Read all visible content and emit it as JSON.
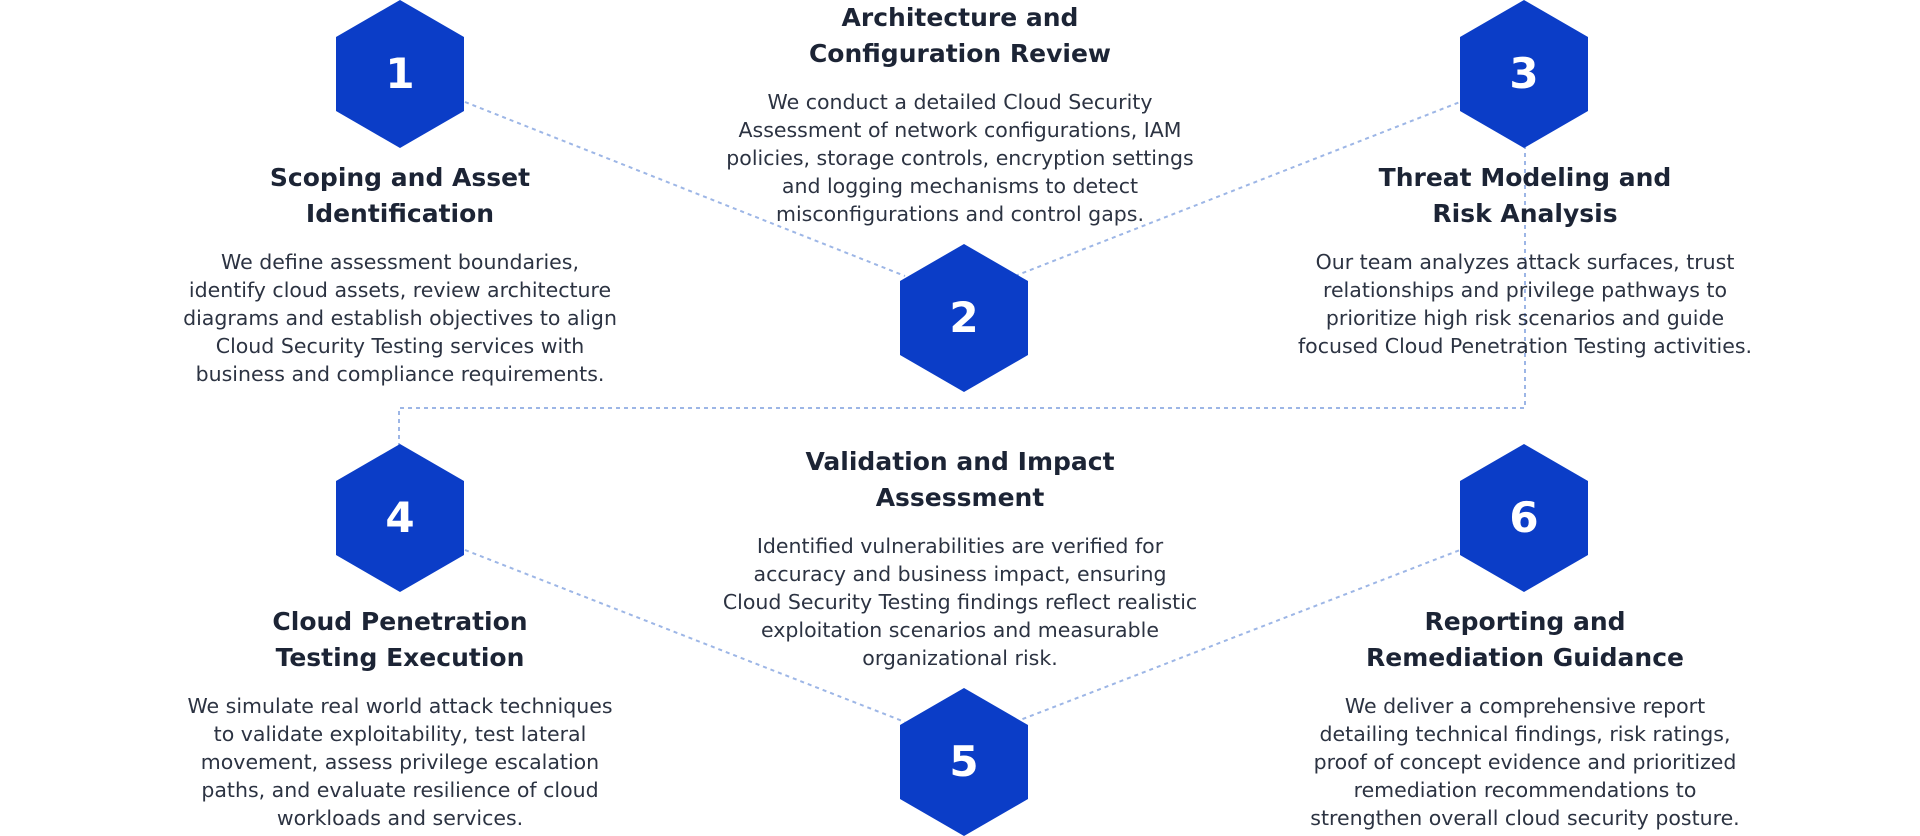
{
  "steps": [
    {
      "number": "1",
      "title_lines": [
        "Scoping and Asset",
        "Identification"
      ],
      "desc_lines": [
        "We define assessment boundaries,",
        "identify cloud assets, review architecture",
        "diagrams and establish objectives to align",
        "Cloud Security Testing services with",
        "business and compliance requirements."
      ]
    },
    {
      "number": "2",
      "title_lines": [
        "Architecture and",
        "Configuration Review"
      ],
      "desc_lines": [
        "We conduct a detailed Cloud Security",
        "Assessment of network configurations, IAM",
        "policies, storage controls, encryption settings",
        "and logging mechanisms to detect",
        "misconfigurations and control gaps."
      ]
    },
    {
      "number": "3",
      "title_lines": [
        "Threat Modeling and",
        "Risk Analysis"
      ],
      "desc_lines": [
        "Our team analyzes attack surfaces, trust",
        "relationships and privilege pathways to",
        "prioritize high risk scenarios and guide",
        "focused Cloud Penetration Testing activities."
      ]
    },
    {
      "number": "4",
      "title_lines": [
        "Cloud Penetration",
        "Testing Execution"
      ],
      "desc_lines": [
        "We simulate real world attack techniques",
        "to validate exploitability, test lateral",
        "movement, assess privilege escalation",
        "paths, and evaluate resilience of cloud",
        "workloads and services."
      ]
    },
    {
      "number": "5",
      "title_lines": [
        "Validation and Impact",
        "Assessment"
      ],
      "desc_lines": [
        "Identified vulnerabilities are verified for",
        "accuracy and business impact, ensuring",
        "Cloud Security Testing findings reflect realistic",
        "exploitation scenarios and measurable",
        "organizational risk."
      ]
    },
    {
      "number": "6",
      "title_lines": [
        "Reporting and",
        "Remediation Guidance"
      ],
      "desc_lines": [
        "We deliver a comprehensive report",
        "detailing technical findings, risk ratings,",
        "proof of concept evidence and prioritized",
        "remediation recommendations to",
        "strengthen overall cloud security posture."
      ]
    }
  ],
  "colors": {
    "hexagon": "#0b3dc7",
    "connector": "#9db6e6",
    "title": "#1c2435",
    "text": "#2c3342"
  }
}
